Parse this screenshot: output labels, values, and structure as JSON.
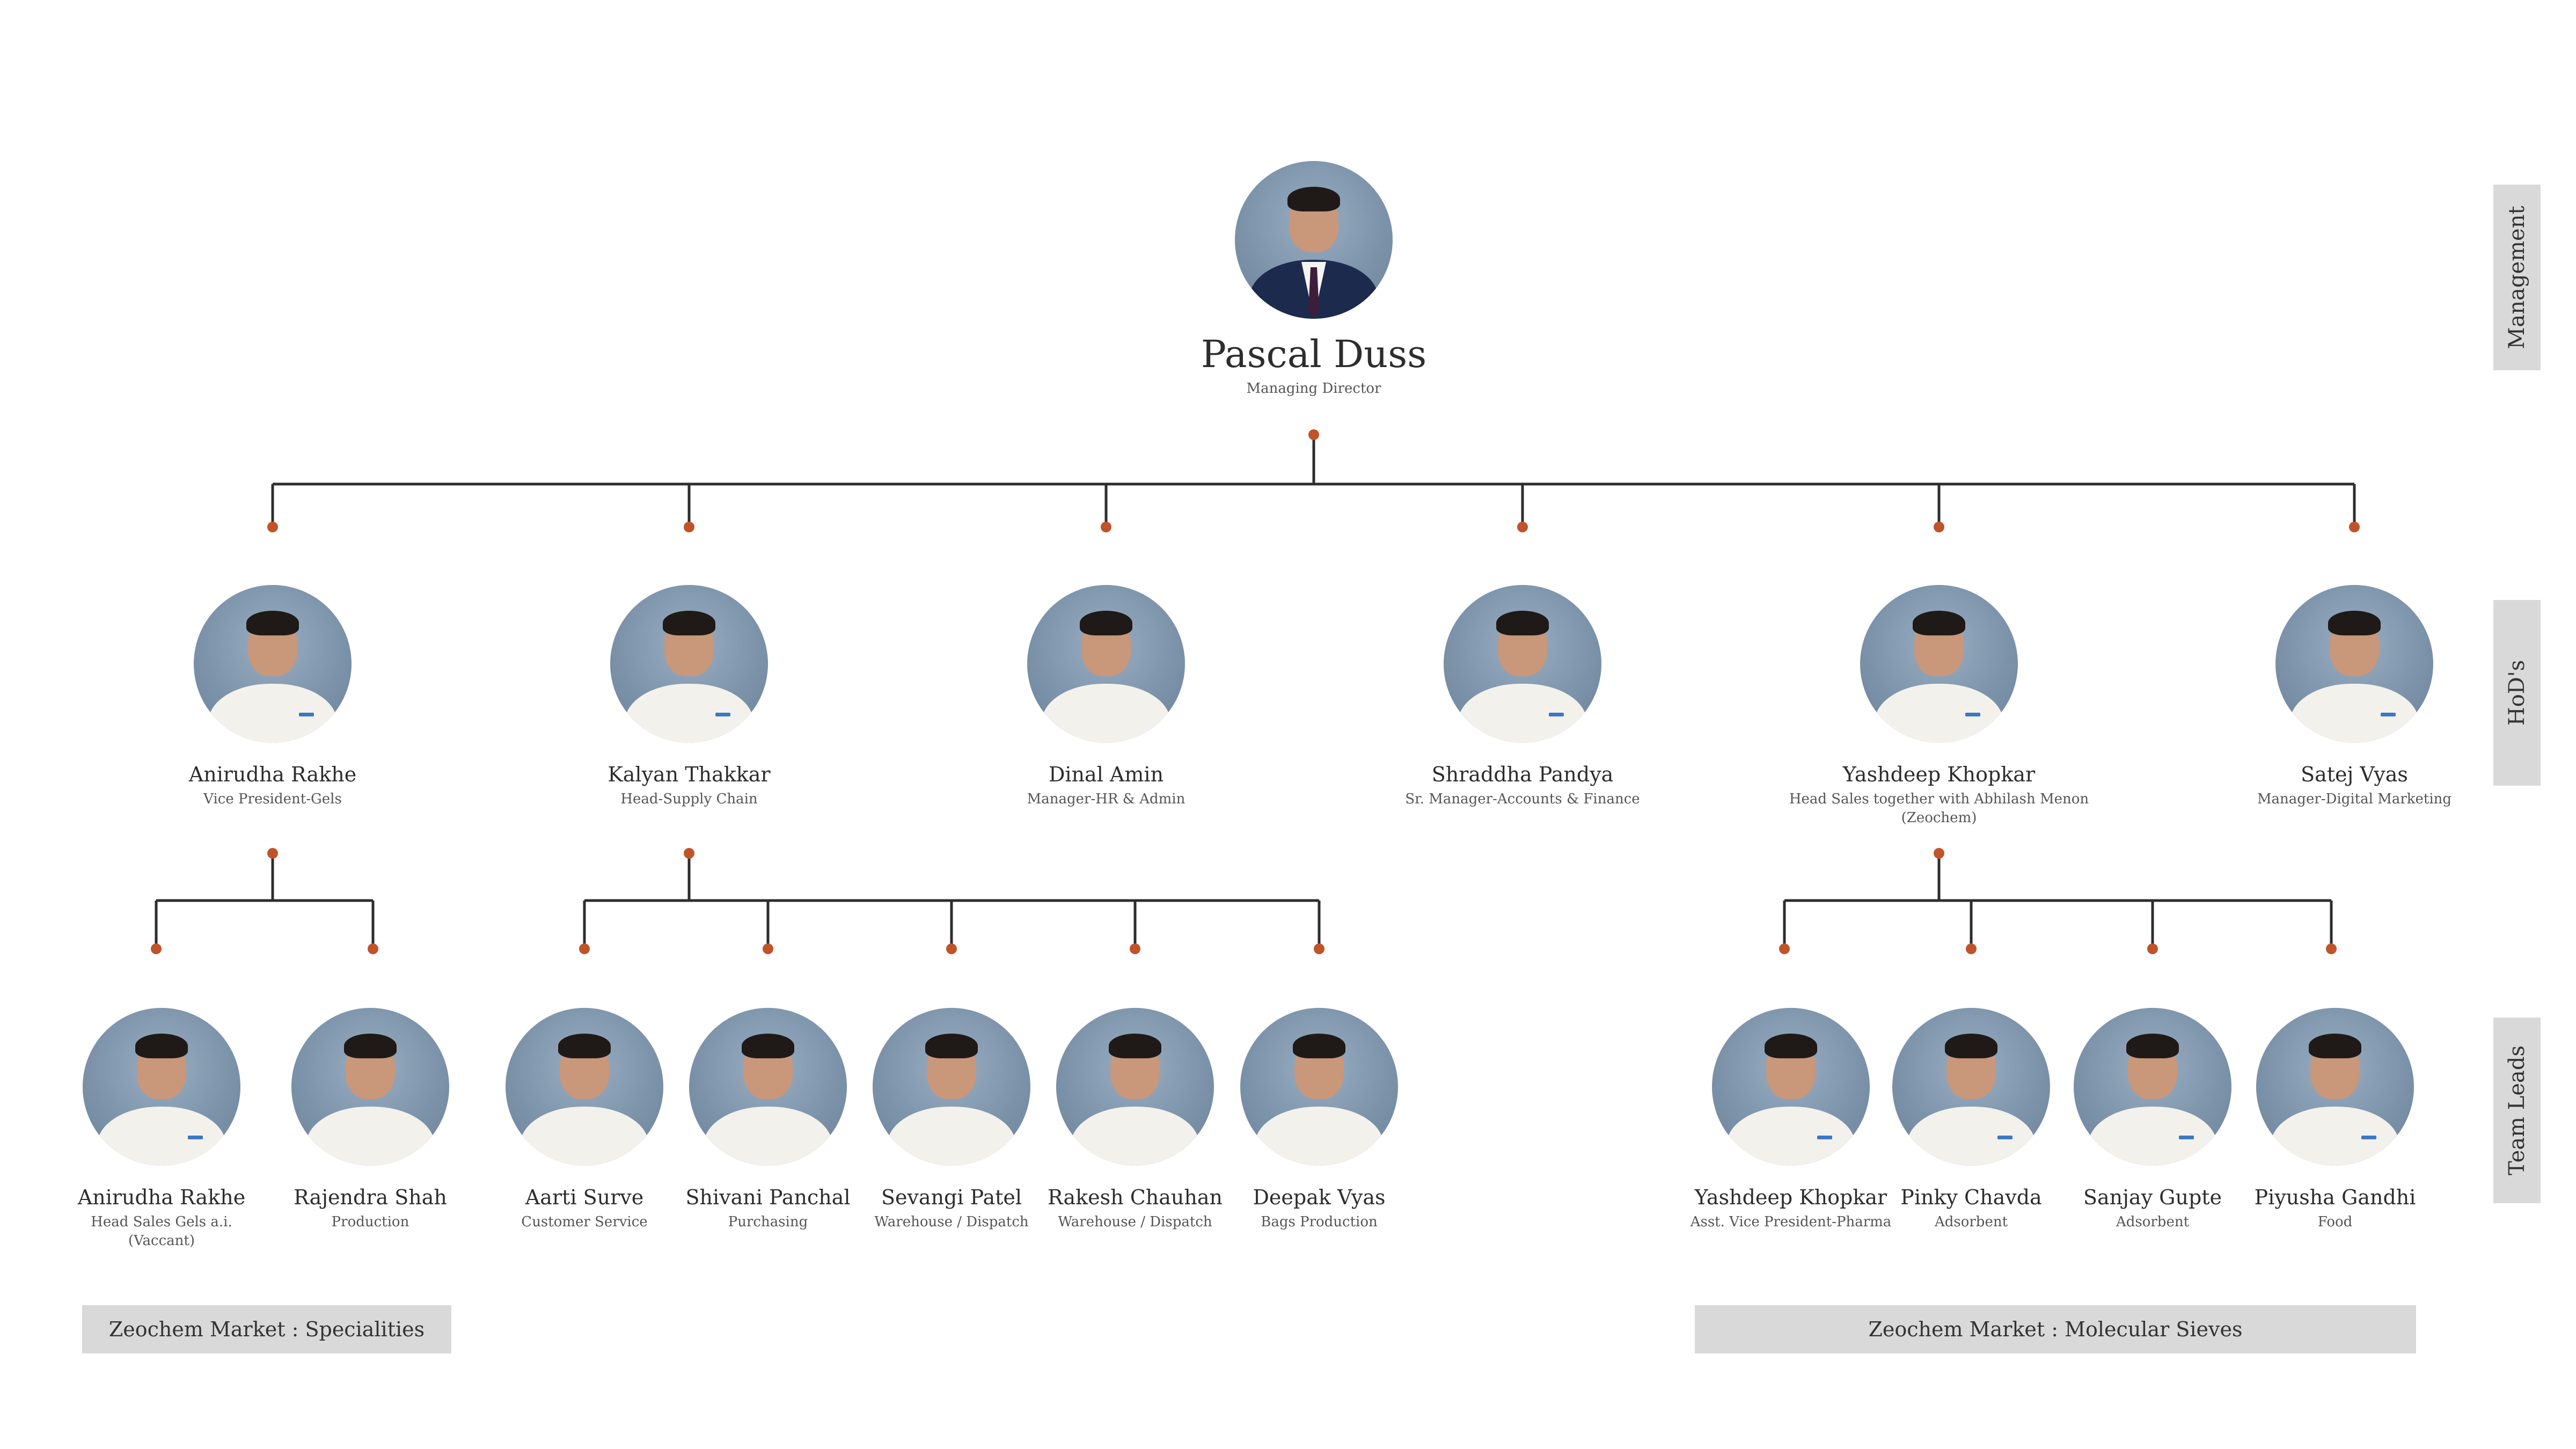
{
  "management": {
    "name": "Pascal Duss",
    "title": "Managing Director",
    "icon": "portrait-photo"
  },
  "hods": [
    {
      "name": "Anirudha Rakhe",
      "title": "Vice President-Gels",
      "icon": "portrait-photo"
    },
    {
      "name": "Kalyan Thakkar",
      "title": "Head-Supply Chain",
      "icon": "portrait-photo"
    },
    {
      "name": "Dinal Amin",
      "title": "Manager-HR & Admin",
      "icon": "portrait-photo"
    },
    {
      "name": "Shraddha Pandya",
      "title": "Sr. Manager-Accounts & Finance",
      "icon": "portrait-photo"
    },
    {
      "name": "Yashdeep Khopkar",
      "title": "Head Sales together with Abhilash Menon\n(Zeochem)",
      "icon": "portrait-photo"
    },
    {
      "name": "Satej Vyas",
      "title": "Manager-Digital Marketing",
      "icon": "portrait-photo"
    }
  ],
  "team_leads": [
    {
      "name": "Anirudha Rakhe",
      "title": "Head Sales Gels a.i.\n(Vaccant)",
      "icon": "portrait-photo"
    },
    {
      "name": "Rajendra Shah",
      "title": "Production",
      "icon": "portrait-photo"
    },
    {
      "name": "Aarti Surve",
      "title": "Customer Service",
      "icon": "portrait-photo"
    },
    {
      "name": "Shivani Panchal",
      "title": "Purchasing",
      "icon": "portrait-photo"
    },
    {
      "name": "Sevangi Patel",
      "title": "Warehouse / Dispatch",
      "icon": "portrait-photo"
    },
    {
      "name": "Rakesh Chauhan",
      "title": "Warehouse / Dispatch",
      "icon": "portrait-photo"
    },
    {
      "name": "Deepak Vyas",
      "title": "Bags Production",
      "icon": "portrait-photo"
    },
    {
      "name": "Yashdeep Khopkar",
      "title": "Asst. Vice President-Pharma",
      "icon": "portrait-photo"
    },
    {
      "name": "Pinky Chavda",
      "title": "Adsorbent",
      "icon": "portrait-photo"
    },
    {
      "name": "Sanjay Gupte",
      "title": "Adsorbent",
      "icon": "portrait-photo"
    },
    {
      "name": "Piyusha Gandhi",
      "title": "Food",
      "icon": "portrait-photo"
    }
  ],
  "levels": {
    "management": "Management",
    "hods": "HoD's",
    "team_leads": "Team Leads"
  },
  "markets": {
    "specialities": "Zeochem Market : Specialities",
    "molecular_sieves": "Zeochem Market : Molecular Sieves"
  },
  "colors": {
    "connector_dot": "#c0532a",
    "line": "#2d2d2d",
    "label_background": "#d9d9d9"
  }
}
